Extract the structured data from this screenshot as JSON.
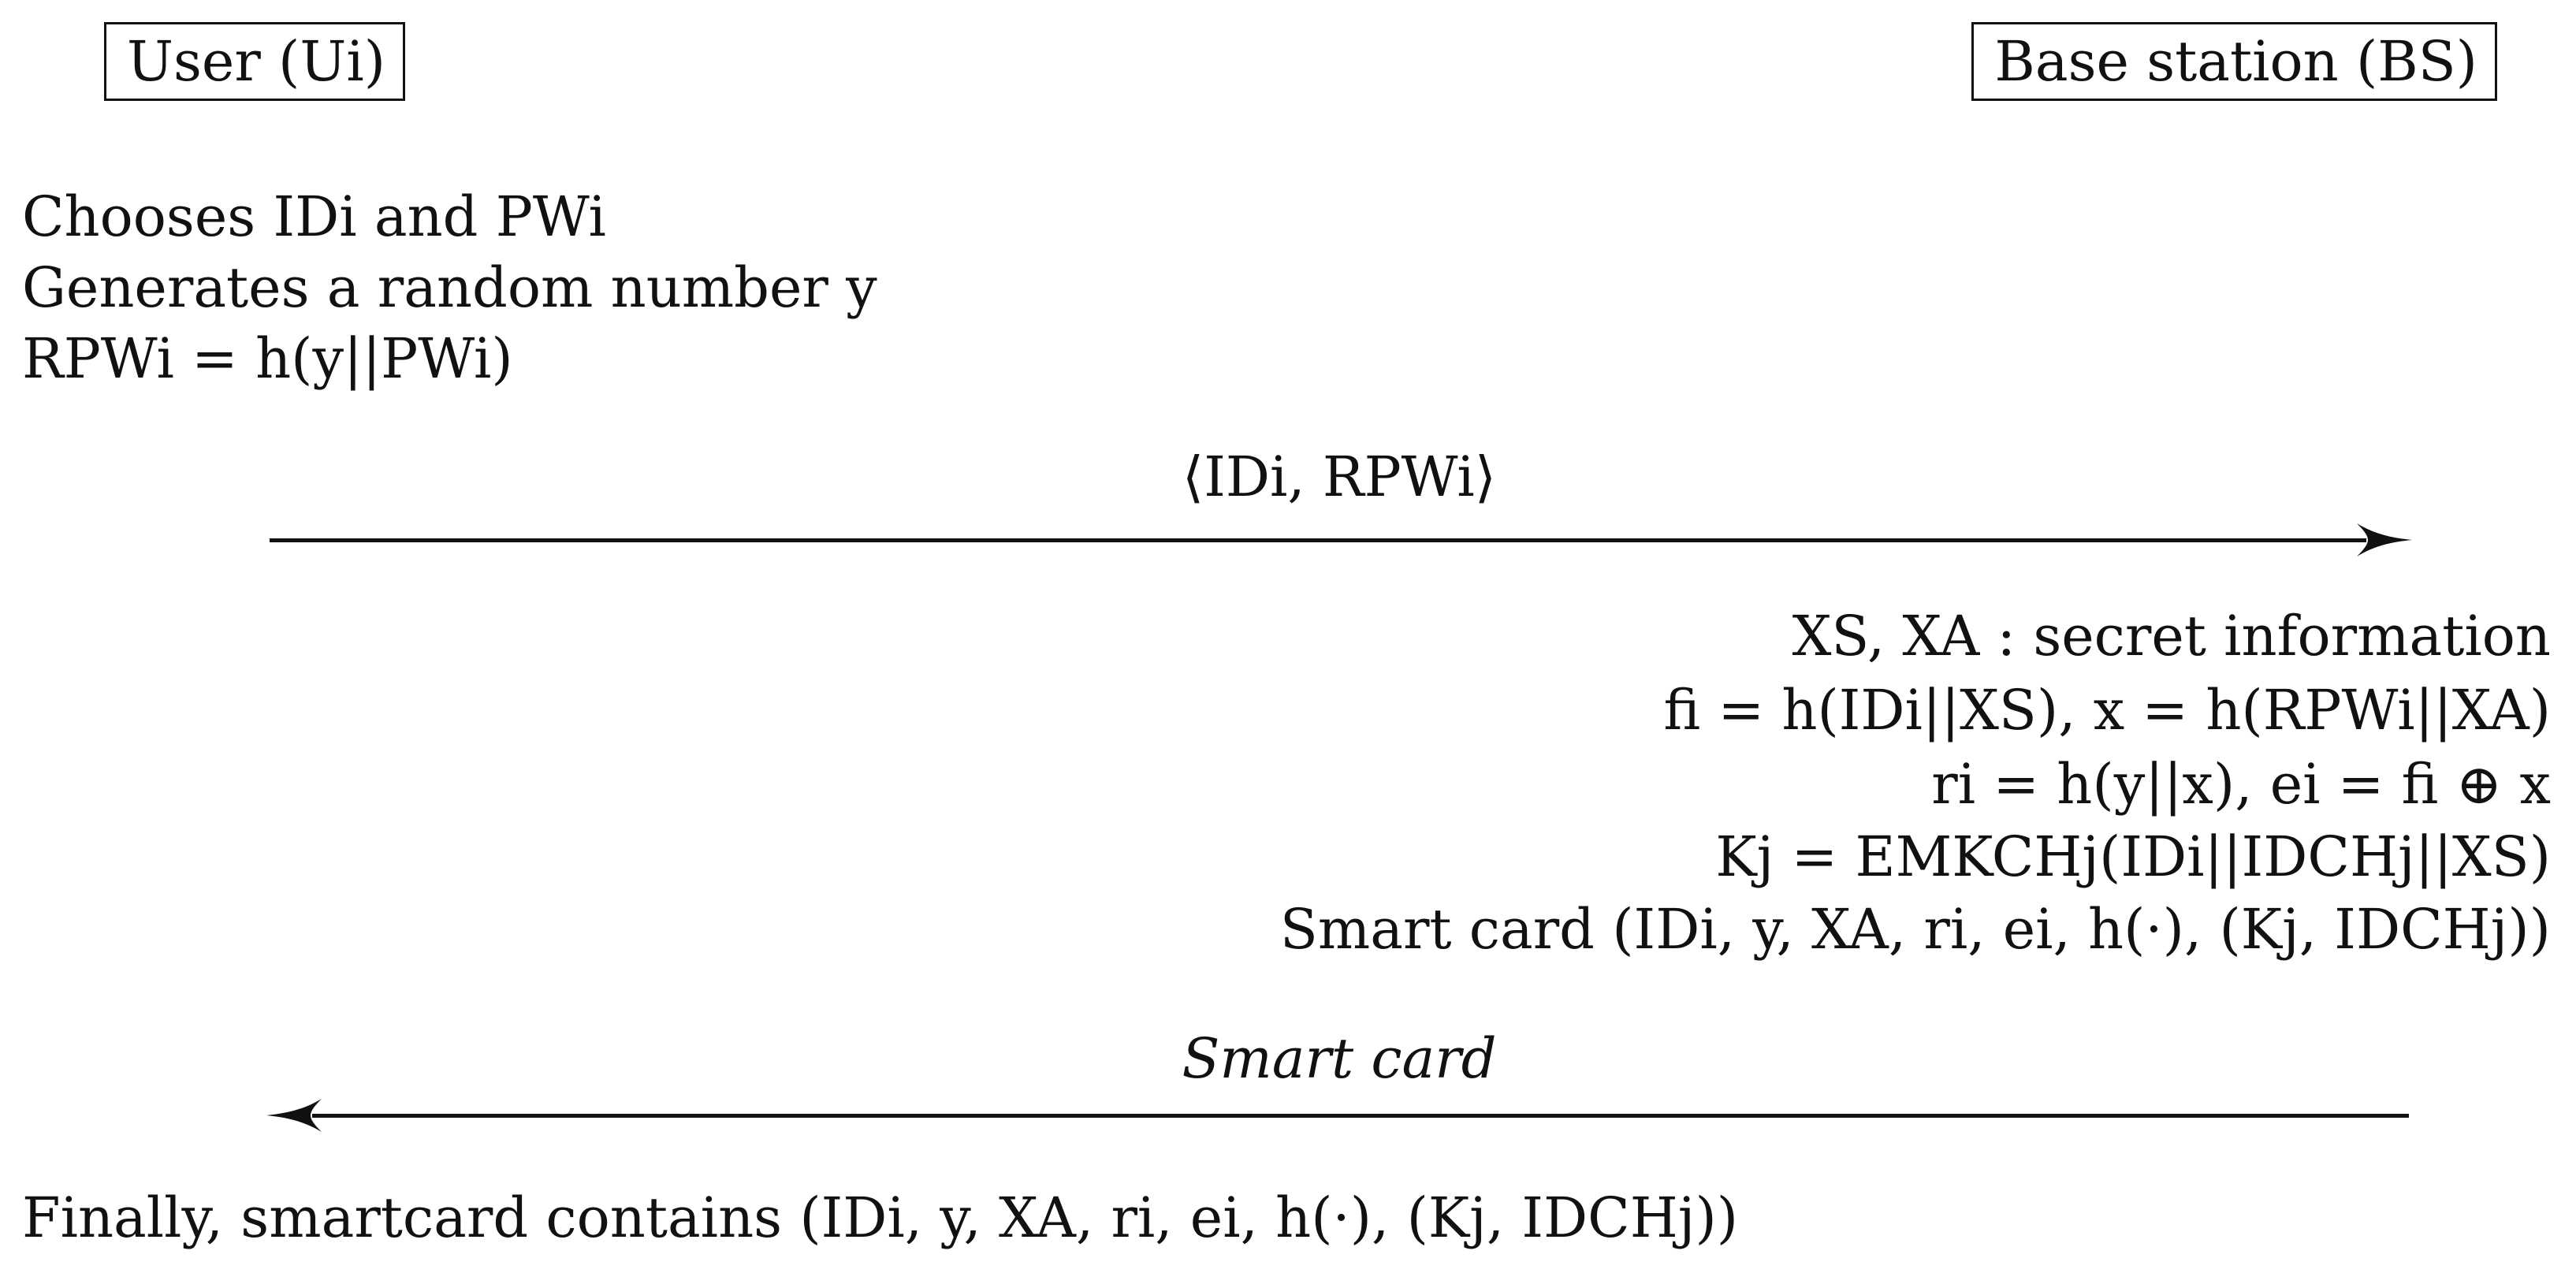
{
  "participants": {
    "user": "User (Ui)",
    "base_station": "Base station (BS)"
  },
  "user_steps": [
    "Chooses IDi and PWi",
    "Generates a random number y",
    "RPWi = h(y||PWi)"
  ],
  "message_1": {
    "label": "⟨IDi, RPWi⟩",
    "direction": "user-to-bs"
  },
  "bs_steps": [
    "XS, XA : secret information",
    "fi = h(IDi||XS), x = h(RPWi||XA)",
    "ri = h(y||x), ei = fi ⊕ x",
    "Kj = EMKCHj(IDi||IDCHj||XS)",
    "Smart card (IDi, y, XA, ri, ei, h(·), (Kj, IDCHj))"
  ],
  "message_2": {
    "label": "Smart card",
    "direction": "bs-to-user"
  },
  "final_step": "Finally, smartcard contains (IDi, y, XA, ri, ei, h(·), (Kj, IDCHj))"
}
